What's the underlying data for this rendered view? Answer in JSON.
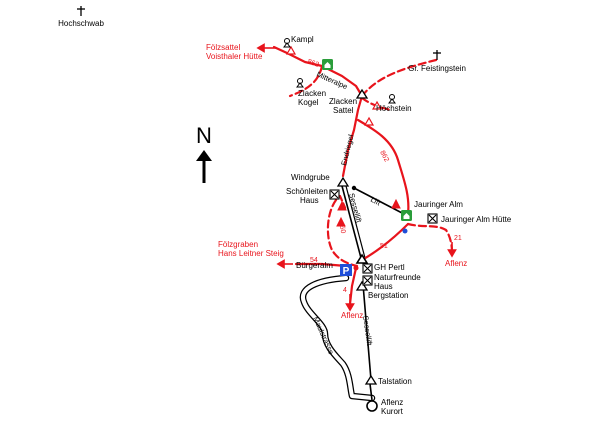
{
  "places": {
    "hochschwab": "Hochschwab",
    "kampl": "Kampl",
    "gr_feistingstein": "Gr. Feistingstein",
    "zlacken_kogel_1": "Zlacken",
    "zlacken_kogel_2": "Kogel",
    "zlacken_sattel_1": "Zlacken",
    "zlacken_sattel_2": "Sattel",
    "hoechstein": "Höchstein",
    "windgrube": "Windgrube",
    "schoenleiten_1": "Schönleiten",
    "schoenleiten_2": "Haus",
    "jauringer_alm": "Jauringer Alm",
    "jauringer_alm_huette": "Jauringer Alm Hütte",
    "buergeralm": "Bürgeralm",
    "gh_pertl": "GH Pertl",
    "naturfreunde_1": "Naturfreunde",
    "naturfreunde_2": "Haus",
    "bergstation": "Bergstation",
    "talstation": "Talstation",
    "aflenz_kurort_1": "Aflenz",
    "aflenz_kurort_2": "Kurort"
  },
  "destinations": {
    "foelzsattel_1": "Fölzsattel",
    "foelzsattel_2": "Voisthaler Hütte",
    "foelzgraben_1": "Fölzgraben",
    "foelzgraben_2": "Hans Leitner Steig",
    "aflenz_east": "Aflenz",
    "aflenz_south": "Aflenz"
  },
  "feature_labels": {
    "mitteralpe": "Mitteralpe",
    "endriegel": "Endriegel",
    "lift": "Lift",
    "sessellift_upper": "Sessellift",
    "sessellift_lower": "Sessellift",
    "maulstrasse": "Maulstrasse"
  },
  "route_numbers": {
    "r862_north": "862",
    "r862_mid": "862",
    "r50": "50",
    "r51": "51",
    "r54": "54",
    "r21": "21",
    "r4": "4"
  },
  "compass": {
    "letter": "N"
  },
  "colors": {
    "route": "#e8141c",
    "line": "#000000",
    "hut": "#2a9d3a",
    "parking": "#1f4ed8"
  },
  "icons": {
    "parking_letter": "P",
    "hut_symbol": "house-icon"
  }
}
